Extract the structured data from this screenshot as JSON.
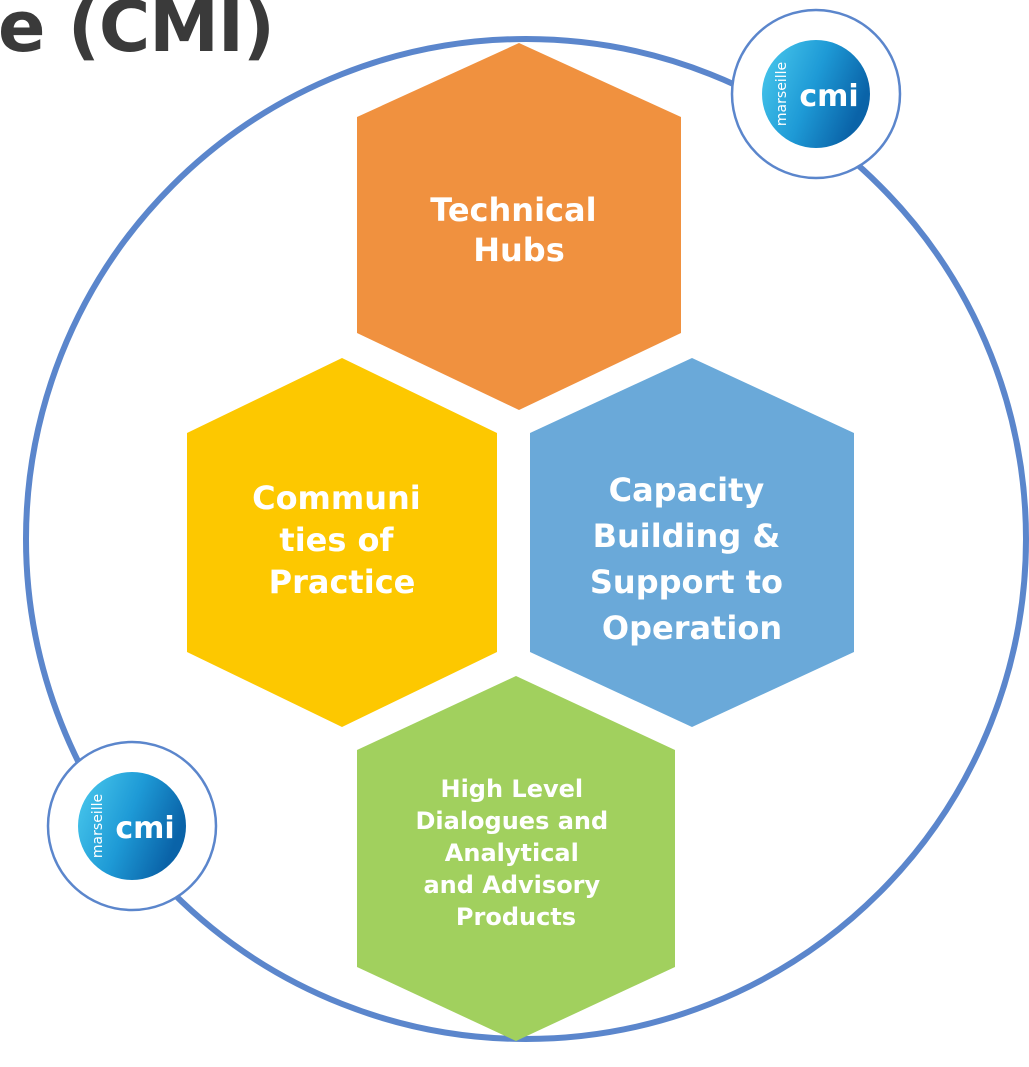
{
  "title": "e (CMI)",
  "colors": {
    "ring": "#5b86cc",
    "technical": "#f0913f",
    "communities": "#fdc800",
    "capacity": "#6aa9d9",
    "dialogues": "#a1d05e",
    "logo_light": "#3cc6ea",
    "logo_dark": "#0a6fb0"
  },
  "hexagons": {
    "technical": {
      "lines": [
        "Technical",
        "Hubs"
      ]
    },
    "communities": {
      "lines": [
        "Communi",
        "ties of",
        "Practice"
      ]
    },
    "capacity": {
      "lines": [
        "Capacity",
        "Building &",
        "Support to",
        "Operation"
      ]
    },
    "dialogues": {
      "lines": [
        "High Level",
        "Dialogues and",
        "Analytical",
        "and Advisory",
        "Products"
      ]
    }
  },
  "logos": {
    "top_right": {
      "word": "cmi",
      "vertical_word": "marseille",
      "icon": "cmi-logo-icon"
    },
    "bottom_left": {
      "word": "cmi",
      "vertical_word": "marseille",
      "icon": "cmi-logo-icon"
    }
  }
}
